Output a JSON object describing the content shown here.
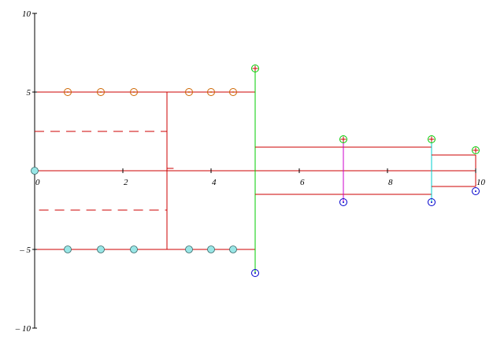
{
  "chart_data": {
    "type": "line",
    "title": "",
    "xlabel": "",
    "ylabel": "",
    "xlim": [
      0,
      10
    ],
    "ylim": [
      -10,
      10
    ],
    "grid": false,
    "legend": "none",
    "x_ticks": [
      {
        "value": 0,
        "label": "0"
      },
      {
        "value": 2,
        "label": "2"
      },
      {
        "value": 4,
        "label": "4"
      },
      {
        "value": 6,
        "label": "6"
      },
      {
        "value": 8,
        "label": "8"
      },
      {
        "value": 10,
        "label": "10"
      }
    ],
    "y_ticks": [
      {
        "value": 10,
        "label": "10"
      },
      {
        "value": 5,
        "label": "5"
      },
      {
        "value": -5,
        "label": "– 5"
      },
      {
        "value": -10,
        "label": "– 10"
      }
    ],
    "colors": {
      "red": "#cc0000",
      "green": "#00cc00",
      "magenta": "#cc00cc",
      "cyan": "#00cccc",
      "blue": "#0000cc",
      "orange": "#cc6600",
      "cyan_fill": "#99e6e6",
      "axis": "#000000"
    },
    "segments": [
      {
        "x1": 0,
        "y1": 5,
        "x2": 5,
        "y2": 5,
        "color": "red",
        "style": "solid"
      },
      {
        "x1": 0,
        "y1": -5,
        "x2": 5,
        "y2": -5,
        "color": "red",
        "style": "solid"
      },
      {
        "x1": 0,
        "y1": 0,
        "x2": 10,
        "y2": 0,
        "color": "red",
        "style": "solid"
      },
      {
        "x1": 3,
        "y1": 5,
        "x2": 3,
        "y2": -5,
        "color": "red",
        "style": "solid"
      },
      {
        "x1": 0,
        "y1": 2.5,
        "x2": 3,
        "y2": 2.5,
        "color": "red",
        "style": "dashed"
      },
      {
        "x1": 0.1,
        "y1": -2.5,
        "x2": 3,
        "y2": -2.5,
        "color": "red",
        "style": "dashed"
      },
      {
        "x1": 3,
        "y1": 2.3,
        "x2": 3,
        "y2": 2.0,
        "color": "red",
        "style": "solid"
      },
      {
        "x1": 3,
        "y1": 0.15,
        "x2": 3.15,
        "y2": 0.15,
        "color": "red",
        "style": "solid"
      },
      {
        "x1": 5,
        "y1": 6.5,
        "x2": 5,
        "y2": -6.5,
        "color": "green",
        "style": "solid"
      },
      {
        "x1": 5,
        "y1": 1.5,
        "x2": 9,
        "y2": 1.5,
        "color": "red",
        "style": "solid"
      },
      {
        "x1": 5,
        "y1": -1.5,
        "x2": 9,
        "y2": -1.5,
        "color": "red",
        "style": "solid"
      },
      {
        "x1": 7,
        "y1": 2,
        "x2": 7,
        "y2": -2,
        "color": "magenta",
        "style": "solid"
      },
      {
        "x1": 9,
        "y1": 2,
        "x2": 9,
        "y2": -2,
        "color": "cyan",
        "style": "solid"
      },
      {
        "x1": 9,
        "y1": 1,
        "x2": 10,
        "y2": 1,
        "color": "red",
        "style": "solid"
      },
      {
        "x1": 9,
        "y1": -1,
        "x2": 10,
        "y2": -1,
        "color": "red",
        "style": "solid"
      },
      {
        "x1": 10,
        "y1": 1,
        "x2": 10,
        "y2": -1,
        "color": "red",
        "style": "solid"
      }
    ],
    "markers": [
      {
        "x": 0.75,
        "y": 5,
        "kind": "dot",
        "color": "orange"
      },
      {
        "x": 1.5,
        "y": 5,
        "kind": "dot",
        "color": "orange"
      },
      {
        "x": 2.25,
        "y": 5,
        "kind": "dot",
        "color": "orange"
      },
      {
        "x": 3.5,
        "y": 5,
        "kind": "dot",
        "color": "orange"
      },
      {
        "x": 4.0,
        "y": 5,
        "kind": "dot",
        "color": "orange"
      },
      {
        "x": 4.5,
        "y": 5,
        "kind": "dot",
        "color": "orange"
      },
      {
        "x": 0.75,
        "y": -5,
        "kind": "filled",
        "color": "cyan_fill"
      },
      {
        "x": 1.5,
        "y": -5,
        "kind": "filled",
        "color": "cyan_fill"
      },
      {
        "x": 2.25,
        "y": -5,
        "kind": "filled",
        "color": "cyan_fill"
      },
      {
        "x": 3.5,
        "y": -5,
        "kind": "filled",
        "color": "cyan_fill"
      },
      {
        "x": 4.0,
        "y": -5,
        "kind": "filled",
        "color": "cyan_fill"
      },
      {
        "x": 4.5,
        "y": -5,
        "kind": "filled",
        "color": "cyan_fill"
      },
      {
        "x": 0,
        "y": 0,
        "kind": "filled",
        "color": "cyan_fill"
      },
      {
        "x": 5,
        "y": 6.5,
        "kind": "plus",
        "color": "green"
      },
      {
        "x": 5,
        "y": -6.5,
        "kind": "dot",
        "color": "blue"
      },
      {
        "x": 7,
        "y": 2,
        "kind": "plus",
        "color": "green"
      },
      {
        "x": 7,
        "y": -2,
        "kind": "dot",
        "color": "blue"
      },
      {
        "x": 9,
        "y": 2,
        "kind": "plus",
        "color": "green"
      },
      {
        "x": 9,
        "y": -2,
        "kind": "dot",
        "color": "blue"
      },
      {
        "x": 10,
        "y": 1.3,
        "kind": "plus",
        "color": "green"
      },
      {
        "x": 10,
        "y": -1.3,
        "kind": "dot",
        "color": "blue"
      }
    ]
  }
}
